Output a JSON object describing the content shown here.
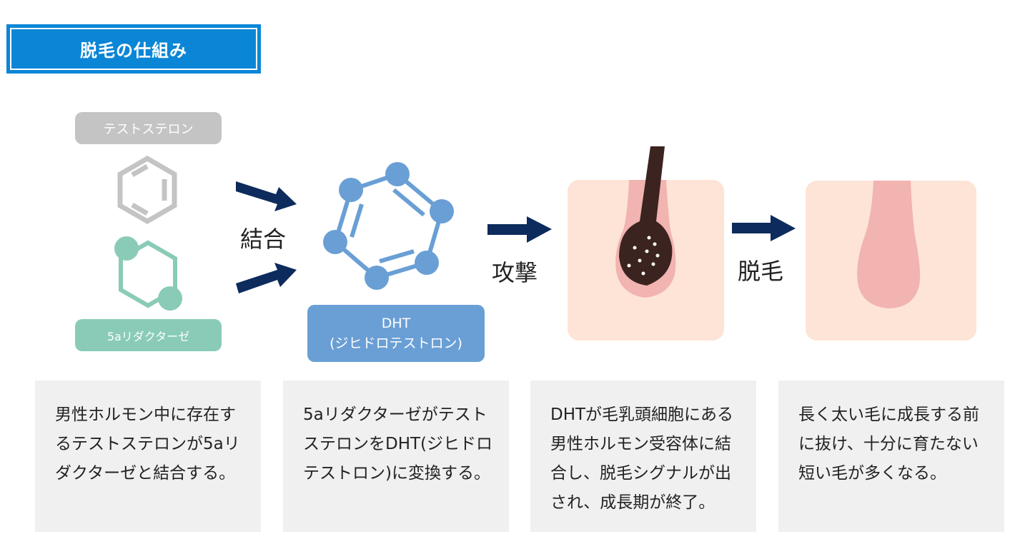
{
  "title": "脱毛の仕組み",
  "molecules": {
    "testosterone_label": "テストステロン",
    "reductase_label": "5aリダクターゼ",
    "dht_label_line1": "DHT",
    "dht_label_line2": "(ジヒドロテストロン)"
  },
  "steps": {
    "bind": "結合",
    "attack": "攻撃",
    "hair_loss": "脱毛"
  },
  "descriptions": [
    "男性ホルモン中に存在するテストステロンが5aリダクターゼと結合する。",
    "5aリダクターゼがテストステロンをDHT(ジヒドロテストロン)に変換する。",
    "DHTが毛乳頭細胞にある男性ホルモン受容体に結合し、脱毛シグナルが出され、成長期が終了。",
    "長く太い毛に成長する前に抜け、十分に育たない短い毛が多くなる。"
  ],
  "colors": {
    "title_bg": "#0b86d6",
    "arrow": "#0d2b5c",
    "testosterone": "#c4c4c4",
    "reductase": "#89cbb7",
    "dht": "#6a9fd5",
    "skin": "#fde4d6",
    "follicle": "#f1b4b0",
    "hair": "#3b2320",
    "desc_bg": "#f0f0f0"
  },
  "icons": [
    "testosterone-hexagon-icon",
    "reductase-hexagon-icon",
    "dht-molecule-icon",
    "arrow-right-icon",
    "hair-follicle-icon",
    "empty-follicle-icon"
  ]
}
